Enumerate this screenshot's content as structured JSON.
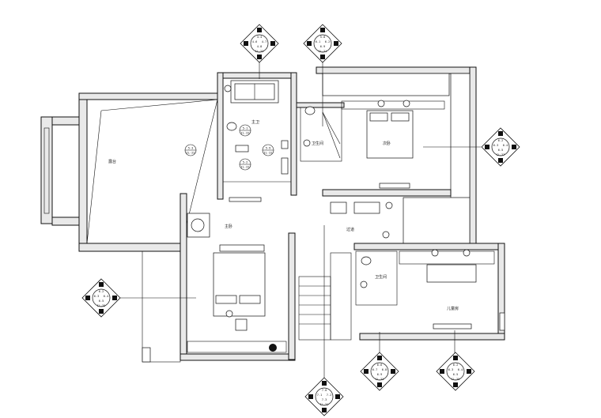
{
  "rooms": [
    {
      "id": "terrace",
      "label": "露台"
    },
    {
      "id": "master_bath",
      "label": "主卫"
    },
    {
      "id": "bath_2",
      "label": "卫生间"
    },
    {
      "id": "bedroom_2",
      "label": "次卧"
    },
    {
      "id": "master_bedroom",
      "label": "主卧"
    },
    {
      "id": "hall",
      "label": "过道"
    },
    {
      "id": "bath_3",
      "label": "卫生间"
    },
    {
      "id": "bedroom_3",
      "label": "儿童房"
    }
  ],
  "markers": [
    {
      "id": "m_top_a",
      "labels": [
        "4-4",
        "4-6",
        "4-7",
        "4-8",
        "IL-23"
      ]
    },
    {
      "id": "m_top_b",
      "labels": [
        "5-8",
        "6-1",
        "6-2",
        "6-9",
        "IL-21"
      ]
    },
    {
      "id": "m_right",
      "labels": [
        "6-2",
        "6-3",
        "6-4",
        "6-5",
        "IL-27"
      ]
    },
    {
      "id": "m_left",
      "labels": [
        "6-2",
        "6-3",
        "6-4",
        "6-5",
        "IL-25"
      ]
    },
    {
      "id": "m_bottom_a",
      "labels": [
        "7-0",
        "7-1",
        "7-2",
        "7-3",
        "IL-31"
      ]
    },
    {
      "id": "m_bottom_b",
      "labels": [
        "6-6",
        "6-7",
        "6-8",
        "6-9",
        "IL-23"
      ]
    },
    {
      "id": "m_bottom_c",
      "labels": [
        "6-2",
        "6-3",
        "6-4",
        "6-5",
        "IL-29"
      ]
    }
  ],
  "small_tags": [
    {
      "id": "t1",
      "labels": [
        "5-1",
        "IL-22"
      ]
    },
    {
      "id": "t2",
      "labels": [
        "5-2",
        "IL-22"
      ]
    },
    {
      "id": "t3",
      "labels": [
        "5-3",
        "IL-22"
      ]
    },
    {
      "id": "t4",
      "labels": [
        "5-9",
        "IL-22"
      ]
    }
  ]
}
